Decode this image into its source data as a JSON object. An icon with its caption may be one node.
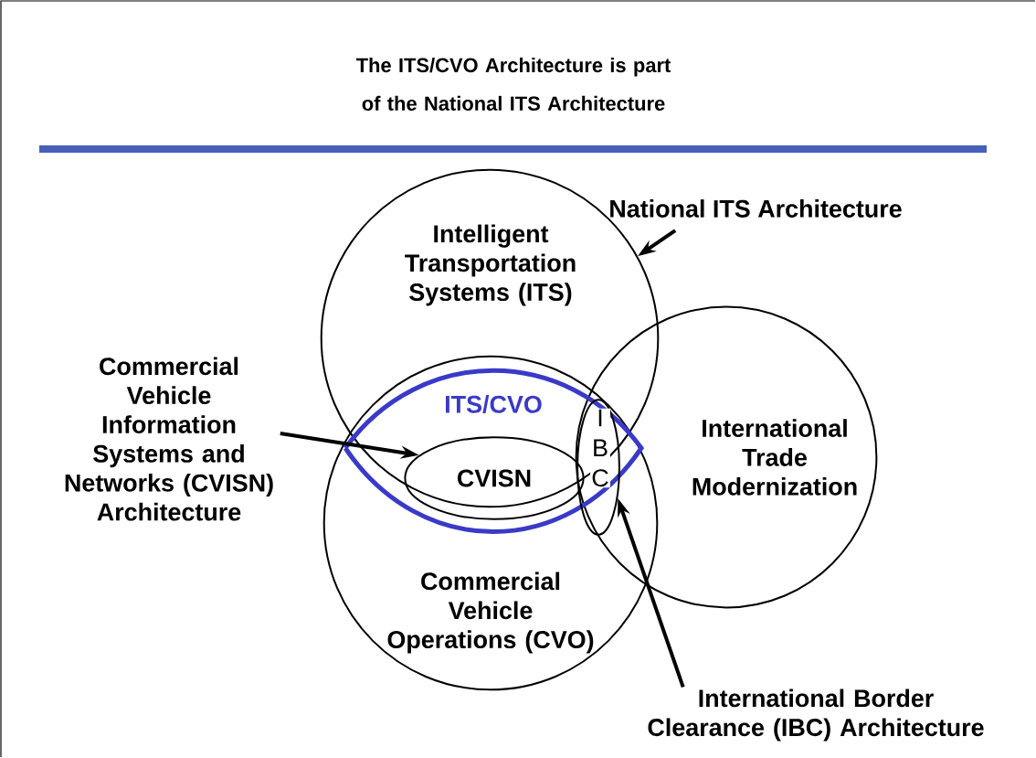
{
  "diagram": {
    "title": "The ITS/CVO Architecture is part of the National ITS Architecture",
    "nodes": [
      {
        "text": [
          "Intelligent Transportation Systems (ITS)"
        ]
      },
      {
        "text": [
          "Commercial Vehicle Operations (CVO)"
        ]
      },
      {
        "text": [
          "International Trade Modernization"
        ]
      },
      {
        "text": [
          "ITS/CVO"
        ],
        "in": 1
      },
      {
        "text": [
          "CVISN"
        ],
        "in": 3
      },
      {
        "text": [
          "I B C"
        ]
      },
      {
        "text": [
          "National ITS Architecture"
        ]
      },
      {
        "text": [
          "Commercial Vehicle Information Systems and Networks (CVISN) Architecture"
        ]
      },
      {
        "text": [
          "International Border Clearance (IBC) Architecture"
        ]
      }
    ],
    "edges": [
      {
        "from": 6,
        "to": 0,
        "arrow": "to"
      },
      {
        "from": 7,
        "to": 4,
        "arrow": "to"
      },
      {
        "from": 8,
        "to": 5,
        "arrow": "to"
      }
    ]
  }
}
